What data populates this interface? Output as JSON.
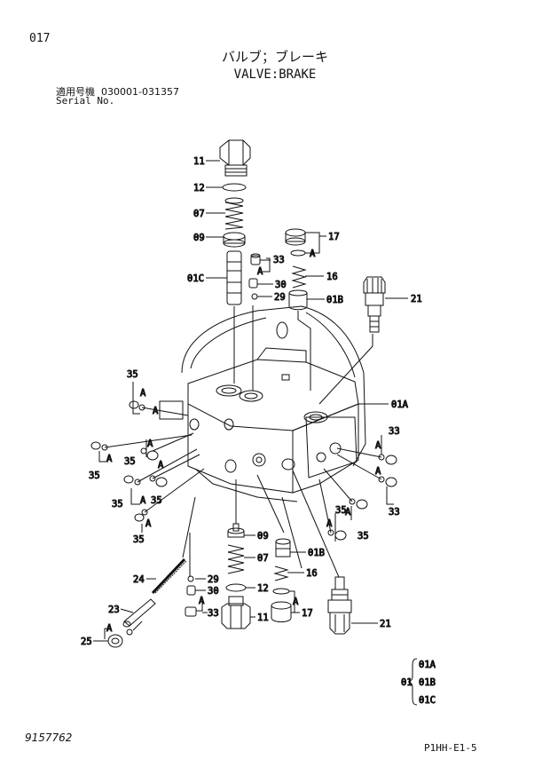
{
  "header": {
    "page_number": "017",
    "title_jp": "バルブ；ブレーキ",
    "title_en": "VALVE:BRAKE",
    "serial_label_jp": "適用号機",
    "serial_range": "030001-031357",
    "serial_label_en": "Serial No."
  },
  "footer": {
    "document_number": "9157762",
    "page_code": "P1HH-E1-5"
  },
  "callouts": {
    "p11": "11",
    "p12": "12",
    "p07": "07",
    "p09": "09",
    "p01C": "01C",
    "p33": "33",
    "p30": "30",
    "p29": "29",
    "p17": "17",
    "p16": "16",
    "p01B": "01B",
    "p21": "21",
    "p01A": "01A",
    "p35": "35",
    "p24": "24",
    "p23": "23",
    "p25": "25",
    "A": "A"
  },
  "legend": {
    "parent": "01",
    "children": [
      "01A",
      "01B",
      "01C"
    ]
  }
}
